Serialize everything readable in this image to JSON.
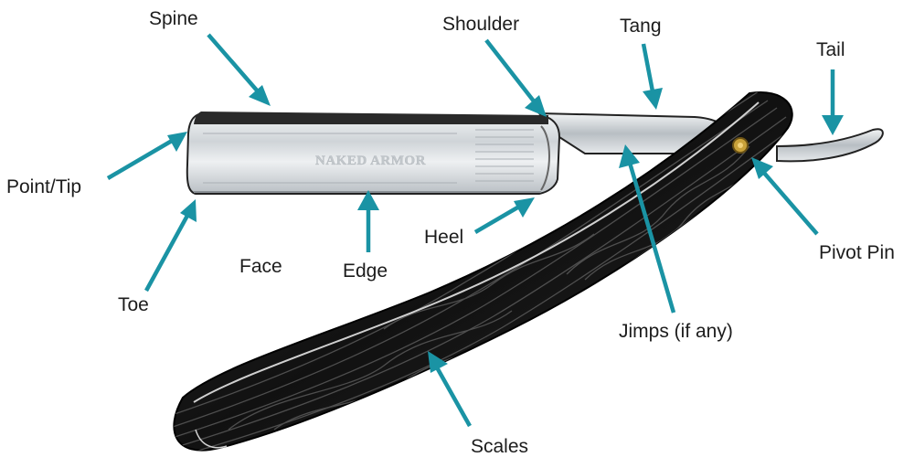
{
  "diagram": {
    "brand_engraving": "NAKED ARMOR",
    "labels": {
      "spine": "Spine",
      "shoulder": "Shoulder",
      "tang": "Tang",
      "tail": "Tail",
      "point_tip": "Point/Tip",
      "toe": "Toe",
      "face": "Face",
      "edge": "Edge",
      "heel": "Heel",
      "pivot_pin": "Pivot Pin",
      "jimps": "Jimps (if any)",
      "scales": "Scales"
    },
    "colors": {
      "arrow": "#1a93a4",
      "label_text": "#1c1c1c",
      "scales": "#1a1a1a",
      "blade_steel": "#d9dde0",
      "pin": "#c9a23a"
    }
  }
}
